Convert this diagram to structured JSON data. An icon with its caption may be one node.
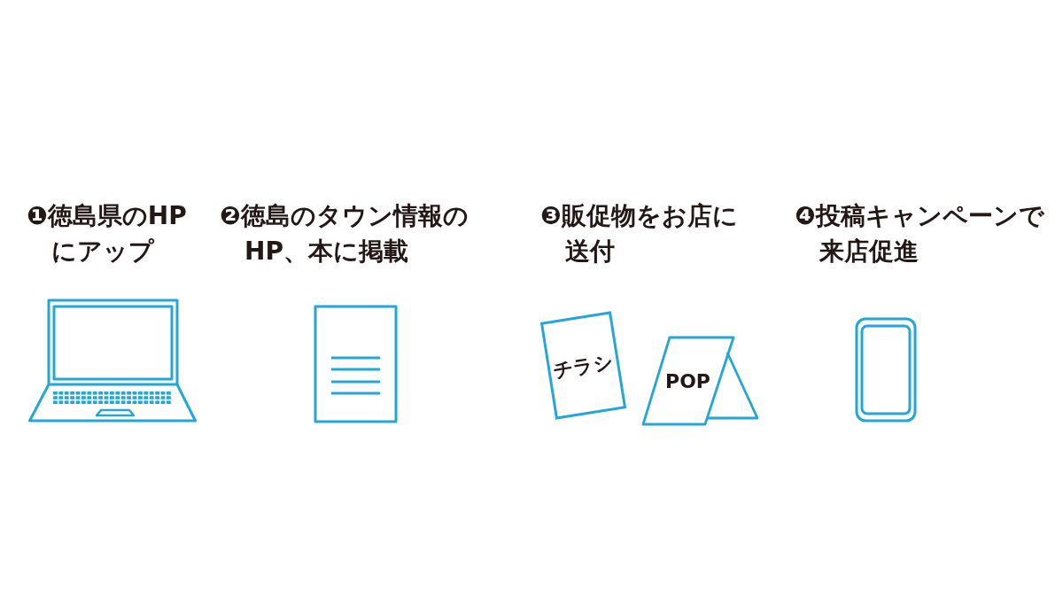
{
  "diagram": {
    "nodes": [
      {
        "text": [
          "チラシ"
        ]
      },
      {
        "text": [
          "POP"
        ]
      }
    ],
    "labels": [
      "❶徳島県のHPにアップ",
      "❷徳島のタウン情報のHP、本に掲載",
      "❸販促物をお店に送付",
      "❹投稿キャンペーンで来店促進"
    ]
  }
}
